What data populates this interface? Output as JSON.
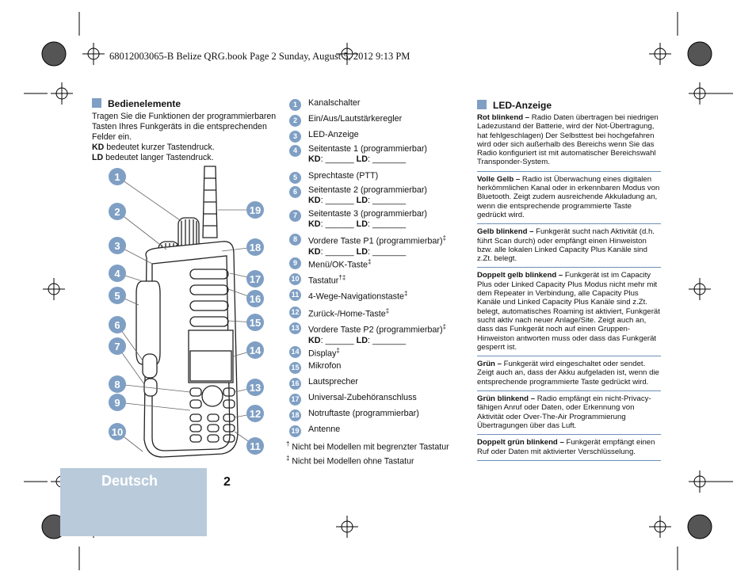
{
  "header": "68012003065-B Belize QRG.book  Page 2  Sunday, August 5, 2012  9:13 PM",
  "controls": {
    "title": "Bedienelemente",
    "intro": "Tragen Sie die Funktionen der programmierbaren Tasten Ihres Funkgeräts in die entsprechenden Felder ein.",
    "kd_abbr": "KD",
    "kd_text": " bedeutet kurzer Tastendruck.",
    "ld_abbr": "LD",
    "ld_text": " bedeutet langer Tastendruck."
  },
  "items": [
    {
      "n": "1",
      "label": "Kanalschalter",
      "sup": "",
      "fill": false
    },
    {
      "n": "2",
      "label": "Ein/Aus/Lautstärkeregler",
      "sup": "",
      "fill": false
    },
    {
      "n": "3",
      "label": "LED-Anzeige",
      "sup": "",
      "fill": false
    },
    {
      "n": "4",
      "label": "Seitentaste 1 (programmierbar)",
      "sup": "",
      "fill": true
    },
    {
      "n": "5",
      "label": "Sprechtaste (PTT)",
      "sup": "",
      "fill": false
    },
    {
      "n": "6",
      "label": "Seitentaste 2 (programmierbar)",
      "sup": "",
      "fill": true
    },
    {
      "n": "7",
      "label": "Seitentaste 3 (programmierbar)",
      "sup": "",
      "fill": true
    },
    {
      "n": "8",
      "label": "Vordere Taste P1 (programmierbar)",
      "sup": "‡",
      "fill": true
    },
    {
      "n": "9",
      "label": "Menü/OK-Taste",
      "sup": "‡",
      "fill": false
    },
    {
      "n": "10",
      "label": "Tastatur",
      "sup": "†‡",
      "fill": false
    },
    {
      "n": "11",
      "label": "4-Wege-Navigationstaste",
      "sup": "‡",
      "fill": false
    },
    {
      "n": "12",
      "label": "Zurück-/Home-Taste",
      "sup": "‡",
      "fill": false
    },
    {
      "n": "13",
      "label": "Vordere Taste P2 (programmierbar)",
      "sup": "‡",
      "fill": true
    },
    {
      "n": "14",
      "label": "Display",
      "sup": "‡",
      "fill": false
    },
    {
      "n": "15",
      "label": "Mikrofon",
      "sup": "",
      "fill": false
    },
    {
      "n": "16",
      "label": "Lautsprecher",
      "sup": "",
      "fill": false
    },
    {
      "n": "17",
      "label": "Universal-Zubehöranschluss",
      "sup": "",
      "fill": false
    },
    {
      "n": "18",
      "label": "Notruftaste (programmierbar)",
      "sup": "",
      "fill": false
    },
    {
      "n": "19",
      "label": "Antenne",
      "sup": "",
      "fill": false
    }
  ],
  "fill_template": {
    "kd": "KD",
    "ld": "LD",
    "blank": "______"
  },
  "footnotes": [
    {
      "mark": "†",
      "text": " Nicht bei Modellen mit begrenzter Tastatur"
    },
    {
      "mark": "‡",
      "text": " Nicht bei Modellen ohne Tastatur"
    }
  ],
  "led": {
    "title": "LED-Anzeige",
    "entries": [
      {
        "term": "Rot blinkend –",
        "desc": " Radio Daten übertragen bei niedrigen Ladezustand der Batterie, wird der Not-Übertragung, hat fehlgeschlagen) Der Selbsttest bei hochgefahren wird oder sich außerhalb des Bereichs wenn Sie das Radio konfiguriert ist mit automatischer Bereichswahl Transponder-System."
      },
      {
        "term": "Volle Gelb –",
        "desc": " Radio ist Überwachung eines digitalen herkömmlichen Kanal oder in erkennbaren Modus von Bluetooth. Zeigt zudem ausreichende Akkuladung an, wenn die entsprechende programmierte Taste gedrückt wird."
      },
      {
        "term": "Gelb blinkend –",
        "desc": " Funkgerät sucht nach Aktivität (d.h. führt Scan durch)  oder empfängt einen Hinweiston bzw. alle lokalen Linked Capacity Plus Kanäle sind z.Zt. belegt."
      },
      {
        "term": "Doppelt gelb blinkend –",
        "desc": " Funkgerät ist im Capacity Plus oder Linked Capacity Plus Modus nicht mehr mit dem Repeater in Verbindung, alle Capacity Plus Kanäle und Linked Capacity Plus Kanäle sind z.Zt. belegt, automatisches Roaming ist aktiviert, Funkgerät sucht aktiv nach neuer Anlage/Site. Zeigt auch an, dass das Funkgerät noch auf einen Gruppen-Hinweiston antworten muss oder dass das Funkgerät gesperrt ist."
      },
      {
        "term": "Grün –",
        "desc": " Funkgerät wird eingeschaltet oder sendet. Zeigt auch an, dass der Akku aufgeladen ist, wenn die entsprechende programmierte Taste gedrückt wird."
      },
      {
        "term": "Grün blinkend –",
        "desc": " Radio empfängt ein nicht-Privacy-fähigen Anruf oder Daten, oder Erkennung von Aktivität oder Over-The-Air Programmierung Übertragungen über das Luft."
      },
      {
        "term": "Doppelt grün blinkend –",
        "desc": " Funkgerät empfängt einen Ruf oder Daten mit aktivierter Verschlüsselung."
      }
    ]
  },
  "language_tab": "Deutsch",
  "page_number": "2",
  "colors": {
    "accent": "#7f9fc4",
    "tab": "#b9cadb",
    "rule": "#6f8fb6"
  }
}
